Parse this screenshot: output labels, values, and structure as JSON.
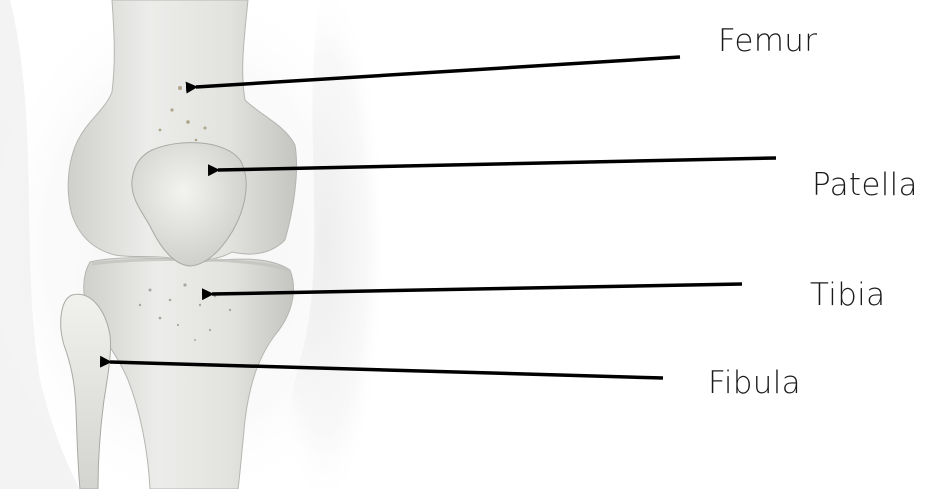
{
  "labels": {
    "femur": "Femur",
    "patella": "Patella",
    "tibia": "Tibia",
    "fibula": "Fibula"
  },
  "colors": {
    "bone": "#e9e9e6",
    "bone_shadow": "#b9bab5",
    "skin_glow": "#ececec",
    "arrow": "#000000",
    "text": "#1a1a1a"
  },
  "icons": {
    "arrow": "arrowhead-icon"
  }
}
